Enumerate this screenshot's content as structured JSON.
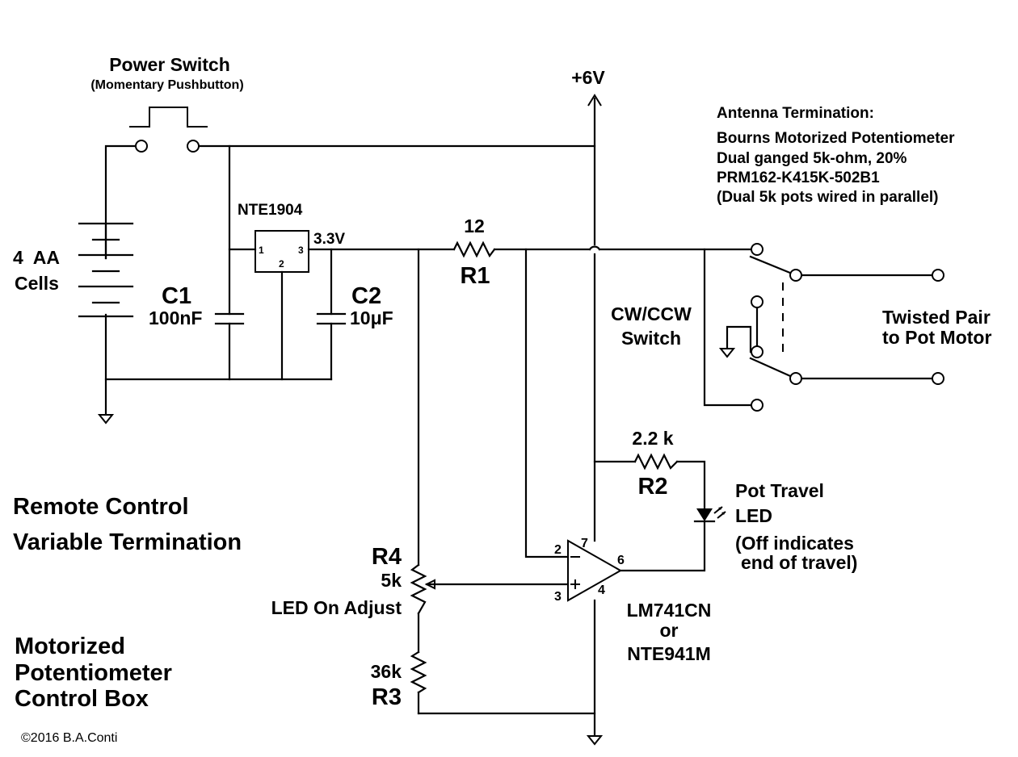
{
  "power_switch": {
    "title": "Power Switch",
    "subtitle": "(Momentary Pushbutton)"
  },
  "supply_label": "+6V",
  "antenna": {
    "title": "Antenna Termination:",
    "lines": [
      "Bourns Motorized Potentiometer",
      "Dual ganged 5k-ohm, 20%",
      "PRM162-K415K-502B1",
      "(Dual 5k pots wired in parallel)"
    ]
  },
  "battery": {
    "line1": "4  AA",
    "line2": "Cells"
  },
  "regulator": {
    "part": "NTE1904",
    "out_voltage": "3.3V",
    "pins": [
      "1",
      "2",
      "3"
    ]
  },
  "c1": {
    "name": "C1",
    "value": "100nF"
  },
  "c2": {
    "name": "C2",
    "value": "10μF"
  },
  "r1": {
    "name": "R1",
    "value": "12"
  },
  "r2": {
    "name": "R2",
    "value": "2.2 k"
  },
  "r3": {
    "name": "R3",
    "value": "36k"
  },
  "r4": {
    "name": "R4",
    "value": "5k",
    "note": "LED On Adjust"
  },
  "switch": {
    "line1": "CW/CCW",
    "line2": "Switch"
  },
  "motor": {
    "line1": "Twisted Pair",
    "line2": "to Pot Motor"
  },
  "led": {
    "lines": [
      "Pot Travel",
      "LED",
      "(Off indicates",
      "end of travel)"
    ]
  },
  "opamp": {
    "pins": {
      "inv": "2",
      "noninv": "3",
      "vplus": "7",
      "vminus": "4",
      "out": "6"
    },
    "part": [
      "LM741CN",
      "or",
      "NTE941M"
    ]
  },
  "title": {
    "lines": [
      "Remote Control",
      "Variable Termination"
    ]
  },
  "subtitle": {
    "lines": [
      "Motorized",
      "Potentiometer",
      "Control Box"
    ]
  },
  "copyright": "©2016 B.A.Conti"
}
